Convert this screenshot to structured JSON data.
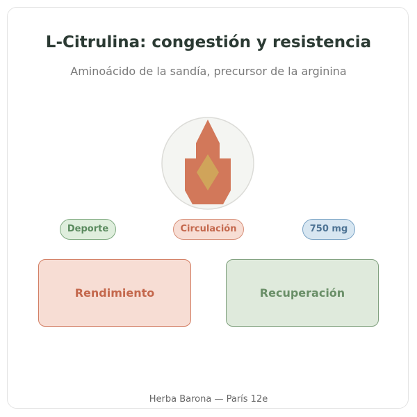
{
  "header": {
    "title": "L-Citrulina: congestión y resistencia",
    "subtitle": "Aminoácido de la sandía, precursor de la arginina"
  },
  "emblem": {
    "icon": "flame-icon",
    "colors": {
      "circle_fill": "#f4f5f2",
      "circle_stroke": "#dcdcd8",
      "flame": "#d2785a",
      "core": "#d0a45a"
    }
  },
  "tags": [
    {
      "label": "Deporte"
    },
    {
      "label": "Circulación"
    },
    {
      "label": "750 mg"
    }
  ],
  "boxes": [
    {
      "label": "Rendimiento"
    },
    {
      "label": "Recuperación"
    }
  ],
  "footer": {
    "text": "Herba Barona — París 12e"
  },
  "colors": {
    "title": "#2b3a33",
    "green": "#7faa80",
    "terracotta": "#d27c61",
    "blue": "#7aa3c4"
  }
}
